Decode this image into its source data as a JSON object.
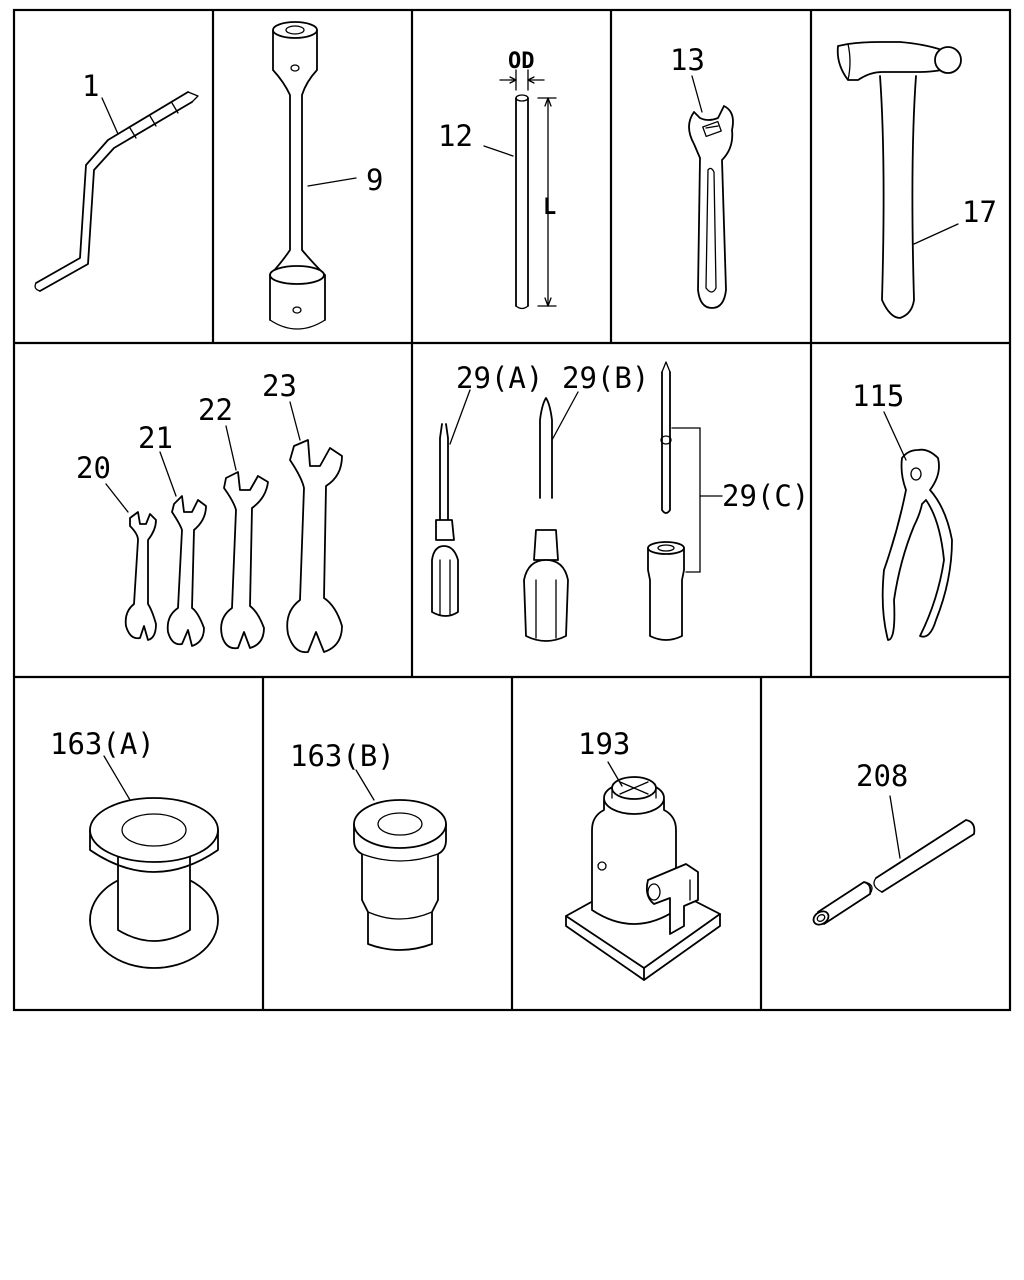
{
  "diagram": {
    "labels": {
      "l1": "1",
      "l9": "9",
      "l12": "12",
      "od": "OD",
      "len": "L",
      "l13": "13",
      "l17": "17",
      "l20": "20",
      "l21": "21",
      "l22": "22",
      "l23": "23",
      "l29a": "29(A)",
      "l29b": "29(B)",
      "l29c": "29(C)",
      "l115": "115",
      "l163a": "163(A)",
      "l163b": "163(B)",
      "l193": "193",
      "l208": "208"
    }
  }
}
